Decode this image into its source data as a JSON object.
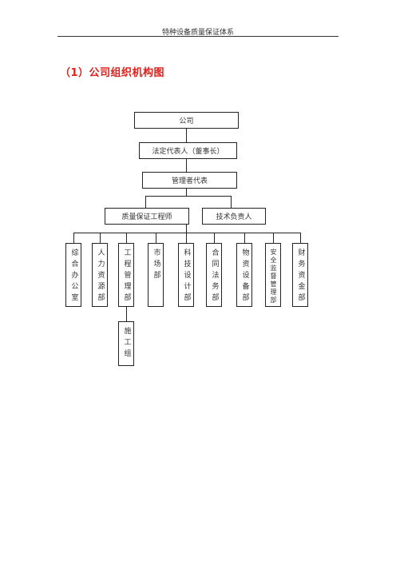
{
  "header": {
    "text": "特种设备质量保证体系"
  },
  "section_title": "（1）公司组织机构图",
  "org": {
    "company": "公司",
    "legal_rep": "法定代表人（董事长）",
    "mgmt_rep": "管理者代表",
    "quality_engineer": "质量保证工程师",
    "tech_lead": "技术负责人",
    "departments": [
      "综合办公室",
      "人力资源部",
      "工程管理部",
      "市场部",
      "科技设计部",
      "合同法务部",
      "物资设备部",
      "安全监督管理部",
      "财务资金部"
    ],
    "sub_unit": "施工组"
  }
}
